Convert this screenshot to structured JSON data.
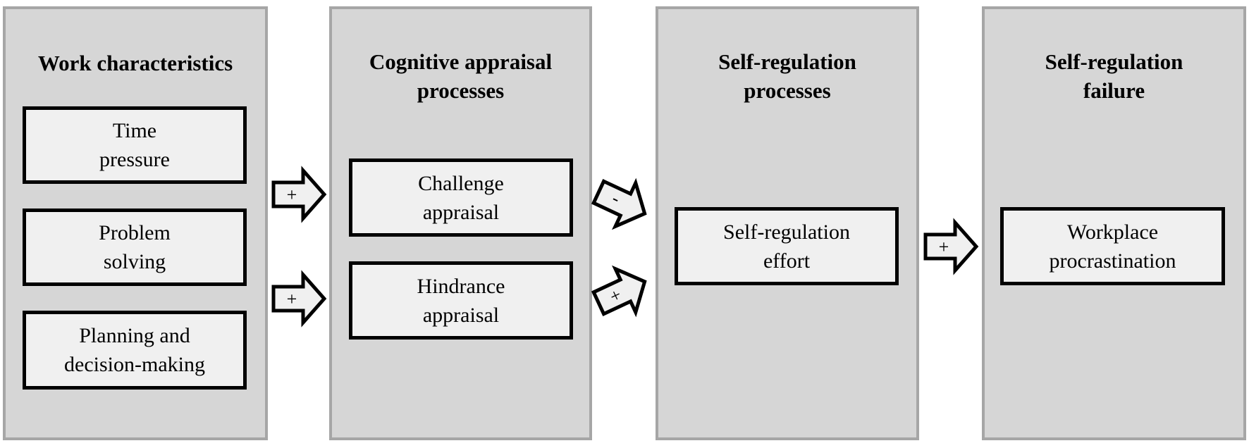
{
  "panels": [
    {
      "title": [
        "Work characteristics"
      ],
      "boxes": [
        [
          "Time",
          "pressure"
        ],
        [
          "Problem",
          "solving"
        ],
        [
          "Planning and",
          "decision-making"
        ]
      ]
    },
    {
      "title": [
        "Cognitive appraisal",
        "processes"
      ],
      "boxes": [
        [
          "Challenge",
          "appraisal"
        ],
        [
          "Hindrance",
          "appraisal"
        ]
      ]
    },
    {
      "title": [
        "Self-regulation",
        "processes"
      ],
      "boxes": [
        [
          "Self-regulation",
          "effort"
        ]
      ]
    },
    {
      "title": [
        "Self-regulation",
        "failure"
      ],
      "boxes": [
        [
          "Workplace",
          "procrastination"
        ]
      ]
    }
  ],
  "arrows": [
    {
      "sign": "+"
    },
    {
      "sign": "+"
    },
    {
      "sign": "-"
    },
    {
      "sign": "+"
    },
    {
      "sign": "+"
    }
  ],
  "colors": {
    "panel_fill": "#d6d6d6",
    "panel_border": "#a6a6a6",
    "box_fill": "#f0f0f0",
    "box_border": "#000000",
    "arrow_fill": "#f0f0f0"
  }
}
